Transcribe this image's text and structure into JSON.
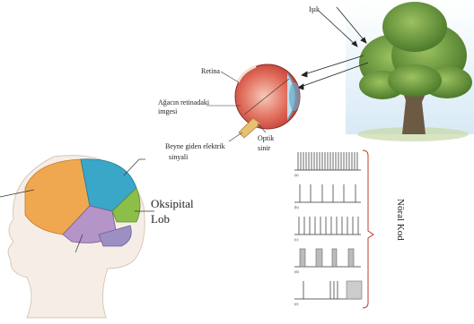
{
  "labels": {
    "light": "Işık",
    "retina": "Retina",
    "retinal_image_line1": "Ağacın retinadaki",
    "retinal_image_line2": "imgesi",
    "optic_nerve_line1": "Optik",
    "optic_nerve_line2": "sinir",
    "brain_signals_line1": "Beyne giden elektrik",
    "brain_signals_line2": "sinyali",
    "occipital_line1": "Oksipital",
    "occipital_line2": "Lob",
    "neural_code": "Nöral Kod"
  },
  "spike_trains": [
    {
      "tag": "(a)",
      "spikes": [
        4,
        7,
        10,
        13,
        16,
        19,
        22,
        25,
        28,
        31,
        34,
        37,
        40,
        43,
        46,
        49,
        52,
        55,
        58,
        61,
        64,
        67,
        70
      ]
    },
    {
      "tag": "(b)",
      "spikes": [
        6,
        18,
        31,
        43,
        55,
        68
      ]
    },
    {
      "tag": "(c)",
      "spikes": [
        5,
        11,
        17,
        23,
        29,
        35,
        41,
        47,
        53,
        59,
        65,
        71
      ]
    },
    {
      "tag": "(d)",
      "bursts": [
        [
          6,
          12
        ],
        [
          24,
          31
        ],
        [
          42,
          47
        ],
        [
          60,
          66
        ]
      ]
    },
    {
      "tag": "(e)",
      "spikes": [
        10,
        40,
        44,
        48
      ],
      "tail": [
        58,
        75
      ]
    }
  ],
  "colors": {
    "frontal": "#f0a850",
    "parietal": "#3aa7c9",
    "temporal": "#b594c8",
    "occipital": "#8bbf4a",
    "cerebellum": "#9b8fc4",
    "eye_red": "#d9534f",
    "bracket": "#c0392b"
  }
}
